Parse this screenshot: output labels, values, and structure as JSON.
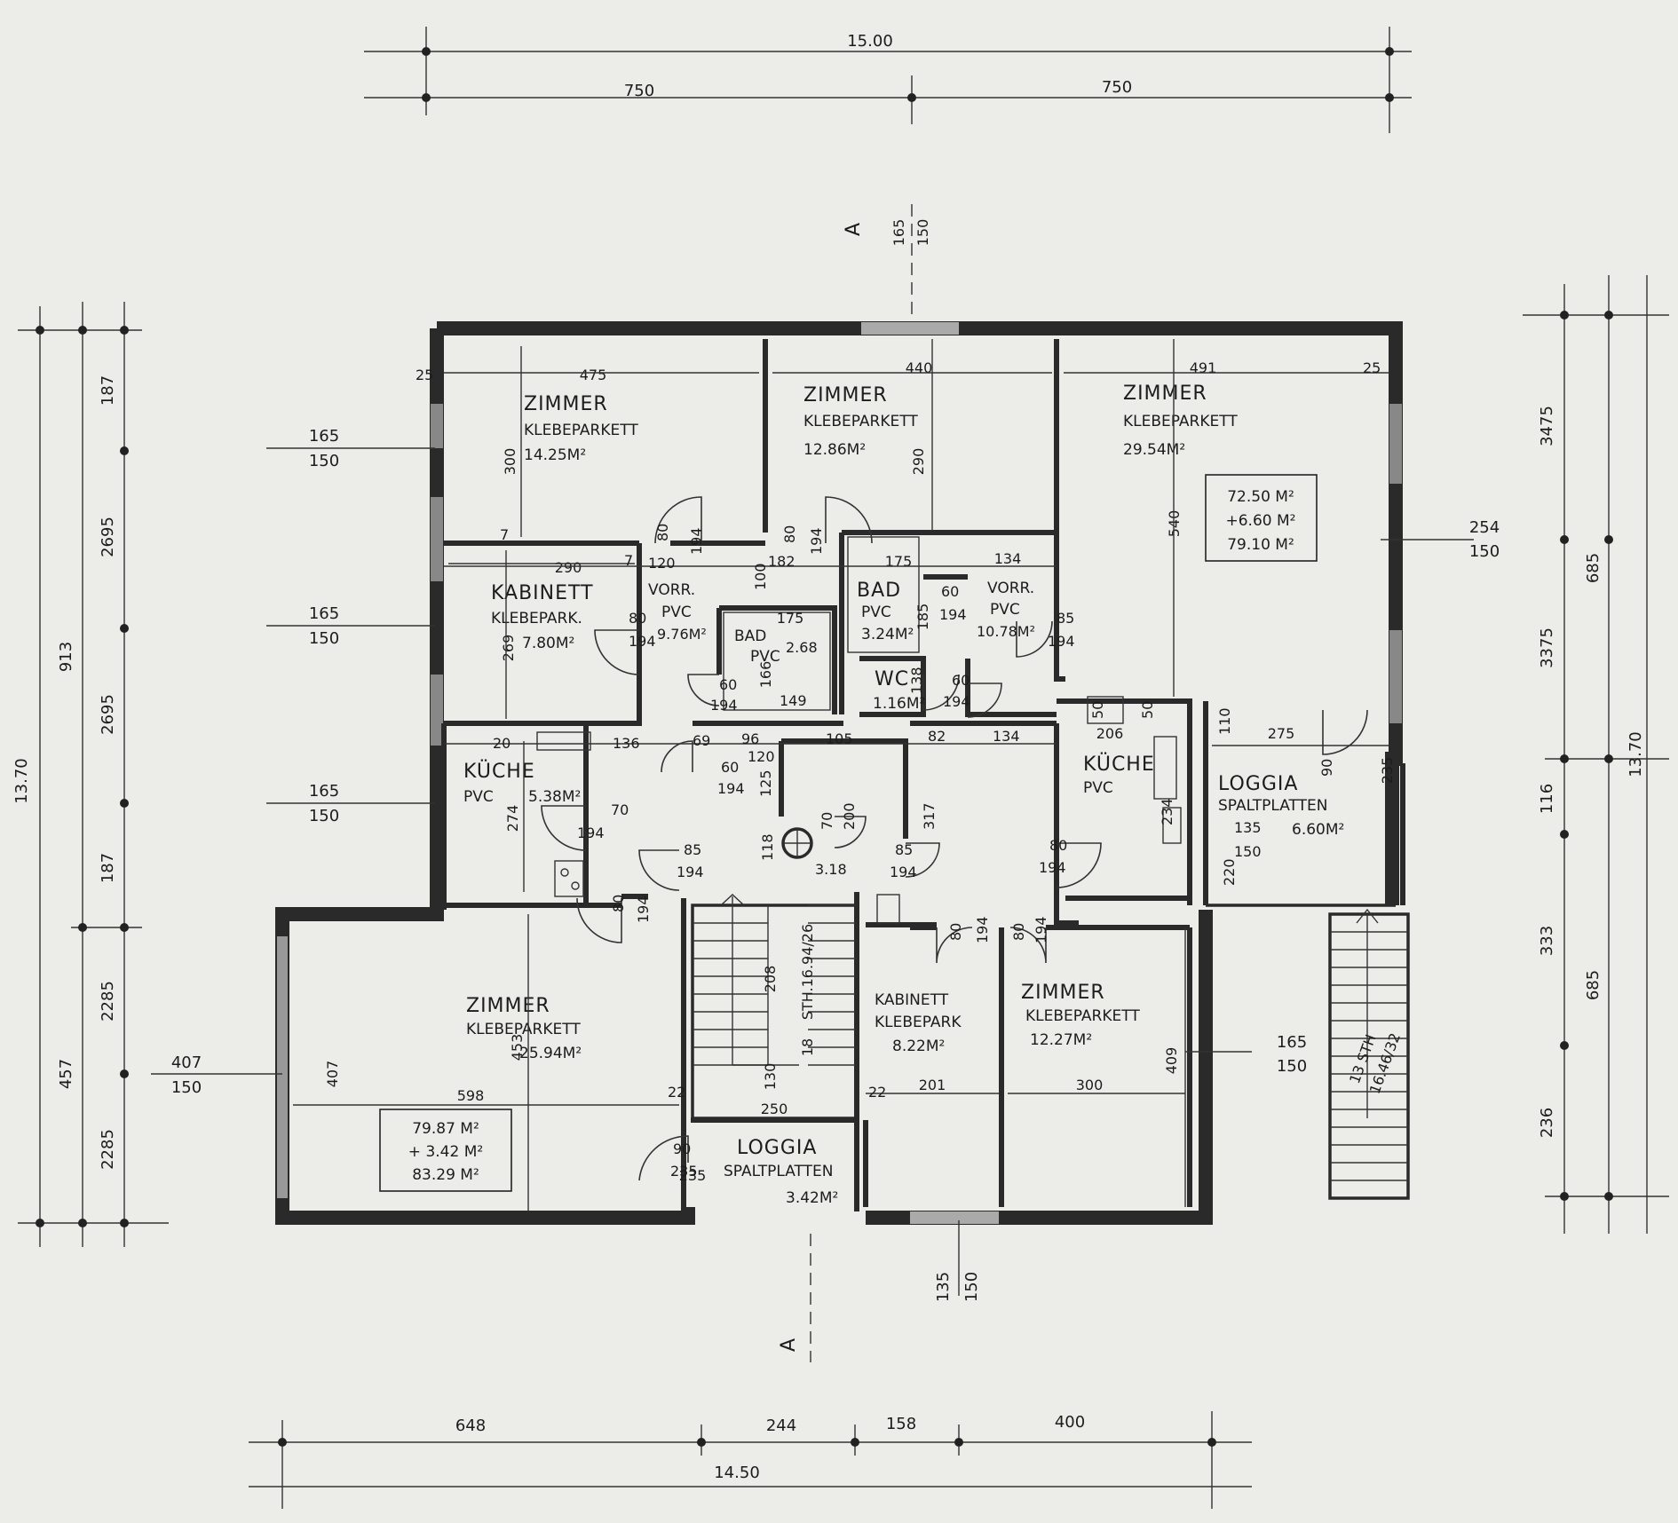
{
  "dimensions": {
    "top_total": "15.00",
    "top_left": "750",
    "top_right": "750",
    "bottom_a": "648",
    "bottom_b": "244",
    "bottom_c": "158",
    "bottom_d": "400",
    "bottom_total": "14.50",
    "left_total": "13.70",
    "left_mid": "913",
    "left_low": "457",
    "left_s1": "187",
    "left_s2": "2695",
    "left_s3": "2695",
    "left_s4": "187",
    "left_s5": "2285",
    "left_s6": "2285",
    "right_total": "13.70",
    "right_mid1": "685",
    "right_mid2": "685",
    "right_s1": "3475",
    "right_s2": "3375",
    "right_s3": "116",
    "right_s4": "333",
    "right_s5": "236"
  },
  "section_marker": {
    "top_label": "A",
    "top_num1": "165",
    "top_num2": "150",
    "bottom_label": "A"
  },
  "windows": {
    "w1": [
      "165",
      "150"
    ],
    "w2": [
      "165",
      "150"
    ],
    "w3": [
      "165",
      "150"
    ],
    "w4": [
      "407",
      "150"
    ],
    "w5": [
      "254",
      "150"
    ],
    "w6": [
      "165",
      "150"
    ],
    "w7": [
      "135",
      "150"
    ],
    "w8": [
      "135",
      "150"
    ]
  },
  "rooms": {
    "zimmer1": {
      "name": "ZIMMER",
      "floor": "KLEBEPARKETT",
      "area": "14.25M²",
      "w": "475",
      "h": "300"
    },
    "zimmer2": {
      "name": "ZIMMER",
      "floor": "KLEBEPARKETT",
      "area": "12.86M²",
      "w": "440",
      "h": "290"
    },
    "zimmer3": {
      "name": "ZIMMER",
      "floor": "KLEBEPARKETT",
      "area": "29.54M²",
      "w": "491",
      "h": "540"
    },
    "kabinett1": {
      "name": "KABINETT",
      "floor": "KLEBEPARK.",
      "area": "7.80M²",
      "w": "290",
      "h": "269"
    },
    "vorr1": {
      "name": "VORR.",
      "floor": "PVC",
      "area": "9.76M²"
    },
    "bad1": {
      "name": "BAD",
      "floor": "PVC",
      "area": "2.68",
      "w": "175",
      "h": "166"
    },
    "bad2": {
      "name": "BAD",
      "floor": "PVC",
      "area": "3.24M²",
      "w": "175",
      "h": "185"
    },
    "vorr2": {
      "name": "VORR.",
      "floor": "PVC",
      "area": "10.78M²",
      "w": "134"
    },
    "wc": {
      "name": "WC",
      "area": "1.16M²"
    },
    "kueche1": {
      "name": "KÜCHE",
      "floor": "PVC",
      "area": "5.38M²",
      "h": "274"
    },
    "kueche2": {
      "name": "KÜCHE",
      "floor": "PVC",
      "w": "206"
    },
    "loggia1": {
      "name": "LOGGIA",
      "floor": "SPALTPLATTEN",
      "area": "6.60M²",
      "w": "275",
      "h": "235"
    },
    "zimmer4": {
      "name": "ZIMMER",
      "floor": "KLEBEPARKETT",
      "area": "25.94M²",
      "w": "598",
      "h": "453"
    },
    "kabinett2": {
      "name": "KABINETT",
      "floor": "KLEBEPARK",
      "area": "8.22M²",
      "w": "201"
    },
    "zimmer5": {
      "name": "ZIMMER",
      "floor": "KLEBEPARKETT",
      "area": "12.27M²",
      "w": "300",
      "h": "409"
    },
    "loggia2": {
      "name": "LOGGIA",
      "floor": "SPALTPLATTEN",
      "area": "3.42M²",
      "w": "250",
      "h": "235"
    }
  },
  "totals": {
    "right_box": [
      "72.50 M²",
      "+6.60 M²",
      "79.10 M²"
    ],
    "left_box": [
      "79.87 M²",
      "+ 3.42 M²",
      "83.29 M²"
    ]
  },
  "doors": {
    "d1": [
      "80",
      "194"
    ],
    "d2": [
      "80",
      "194"
    ],
    "d3": [
      "80",
      "194"
    ],
    "d4": [
      "60",
      "194"
    ],
    "d5": [
      "85",
      "194"
    ],
    "d6": [
      "60",
      "194"
    ],
    "d7": [
      "60",
      "194"
    ],
    "d8": [
      "60",
      "194"
    ],
    "d9": [
      "70",
      "194"
    ],
    "d10": [
      "85",
      "194"
    ],
    "d11": [
      "85",
      "194"
    ],
    "d12": [
      "80",
      "194"
    ],
    "d13": [
      "80",
      "194"
    ],
    "d14": [
      "80",
      "194"
    ],
    "d15": [
      "80",
      "194"
    ],
    "d16": [
      "70",
      "200"
    ],
    "d17": [
      "90",
      "235"
    ],
    "d18": [
      "90",
      "235"
    ]
  },
  "stairs": {
    "label1": "13 STH",
    "label2": "16.46/32",
    "label3": "STH.16.94/26",
    "runs": [
      "208",
      "18",
      "130"
    ]
  },
  "misc": [
    "120",
    "182",
    "100",
    "136",
    "69",
    "96",
    "120",
    "125",
    "105",
    "82",
    "134",
    "110",
    "50",
    "50",
    "20",
    "118",
    "317",
    "3.18",
    "149",
    "138",
    "220",
    "234",
    "22",
    "22",
    "25",
    "25",
    "7",
    "7"
  ]
}
